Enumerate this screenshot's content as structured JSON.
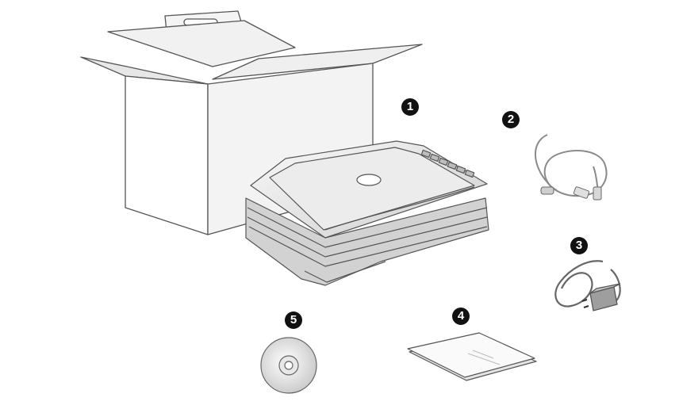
{
  "items": [
    {
      "id": "scanner",
      "number": "1"
    },
    {
      "id": "usb-cable",
      "number": "2"
    },
    {
      "id": "power-adapter",
      "number": "3"
    },
    {
      "id": "quick-guide",
      "number": "4"
    },
    {
      "id": "cd-rom",
      "number": "5"
    }
  ],
  "colors": {
    "outline": "#555555",
    "fill_light": "#f2f2f2",
    "fill_mid": "#d9d9d9",
    "fill_dark": "#a8a8a8",
    "badge": "#111111"
  }
}
